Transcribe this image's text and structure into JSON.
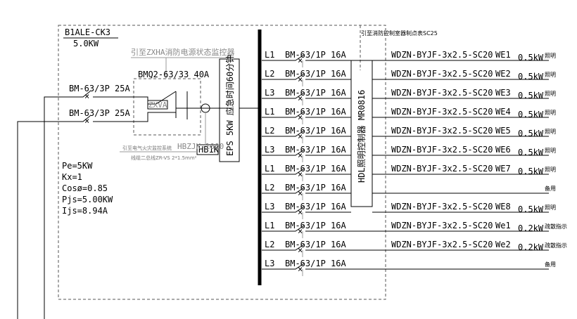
{
  "panel": {
    "name": "B1ALE-CK3",
    "power": "5.0KW"
  },
  "top_note": "引至消防控制室器制点表SC25",
  "fire_monitor_note": "引至ZXHA消防电源状态监控器",
  "main_breaker": "BMQ2-63/33 40A",
  "incoming": [
    {
      "label": "BM-63/3P 25A"
    },
    {
      "label": "BM-63/3P 25A"
    }
  ],
  "zxva_label": "ZXVA",
  "eps_label": "EPS 5KW 应急时间60分钟",
  "leak_note": "引至电气火灾监控系统",
  "leak_device": "HBZJK-1000",
  "leak_cable": "线缆二总线ZR-VS 2*1.5mm²",
  "hb_label": "HB1K",
  "hdl_label": "HDL照明控制器 MR0816",
  "calc": [
    "Pe=5KW",
    "Kx=1",
    "Cosø=0.85",
    "Pjs=5.00KW",
    "Ijs=8.94A"
  ],
  "circuits": [
    {
      "phase": "L1",
      "breaker": "BM-63/1P 16A",
      "cable": "WDZN-BYJF-3x2.5-SC20",
      "id": "WE1",
      "load": "0.5kW",
      "use": "照明"
    },
    {
      "phase": "L2",
      "breaker": "BM-63/1P 16A",
      "cable": "WDZN-BYJF-3x2.5-SC20",
      "id": "WE2",
      "load": "0.5kW",
      "use": "照明"
    },
    {
      "phase": "L3",
      "breaker": "BM-63/1P 16A",
      "cable": "WDZN-BYJF-3x2.5-SC20",
      "id": "WE3",
      "load": "0.5kW",
      "use": "照明"
    },
    {
      "phase": "L1",
      "breaker": "BM-63/1P 16A",
      "cable": "WDZN-BYJF-3x2.5-SC20",
      "id": "WE4",
      "load": "0.5kW",
      "use": "照明"
    },
    {
      "phase": "L2",
      "breaker": "BM-63/1P 16A",
      "cable": "WDZN-BYJF-3x2.5-SC20",
      "id": "WE5",
      "load": "0.5kW",
      "use": "照明"
    },
    {
      "phase": "L3",
      "breaker": "BM-63/1P 16A",
      "cable": "WDZN-BYJF-3x2.5-SC20",
      "id": "WE6",
      "load": "0.5kW",
      "use": "照明"
    },
    {
      "phase": "L1",
      "breaker": "BM-63/1P 16A",
      "cable": "WDZN-BYJF-3x2.5-SC20",
      "id": "WE7",
      "load": "0.5kW",
      "use": "照明"
    },
    {
      "phase": "L2",
      "breaker": "BM-63/1P 16A",
      "cable": "",
      "id": "",
      "load": "",
      "use": "备用"
    },
    {
      "phase": "L3",
      "breaker": "BM-63/1P 16A",
      "cable": "WDZN-BYJF-3x2.5-SC20",
      "id": "WE8",
      "load": "0.5kW",
      "use": "照明"
    },
    {
      "phase": "L1",
      "breaker": "BM-63/1P 16A",
      "cable": "WDZN-BYJF-3x2.5-SC20",
      "id": "We1",
      "load": "0.2kW",
      "use": "疏散指示"
    },
    {
      "phase": "L2",
      "breaker": "BM-63/1P 16A",
      "cable": "WDZN-BYJF-3x2.5-SC20",
      "id": "We2",
      "load": "0.2kW",
      "use": "疏散指示"
    },
    {
      "phase": "L3",
      "breaker": "BM-63/1P 16A",
      "cable": "",
      "id": "",
      "load": "",
      "use": "备用"
    }
  ]
}
